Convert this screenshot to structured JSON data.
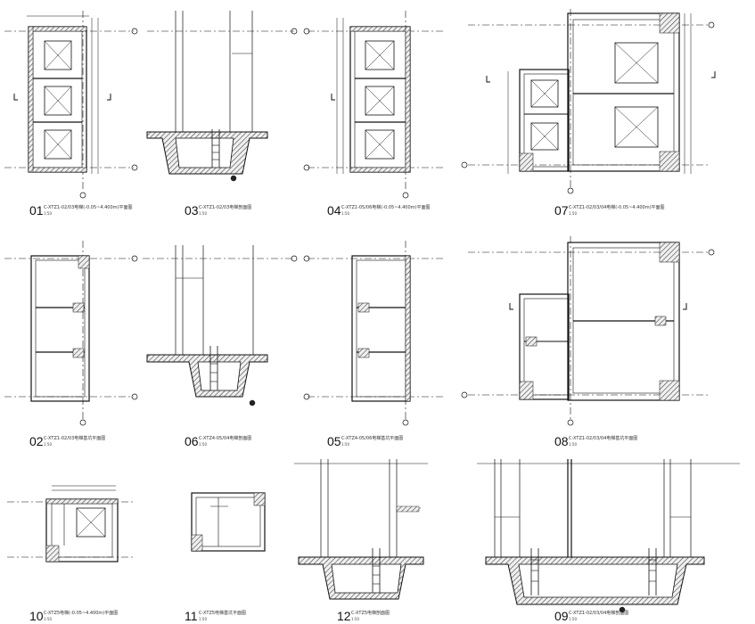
{
  "drawings": [
    {
      "number": "01",
      "caption": "C-XTZ1-02/03电梯(-0.05~4.400m)平面图",
      "scale": "1:50"
    },
    {
      "number": "03",
      "caption": "C-XTZ1-02/03电梯剖面图",
      "scale": "1:50"
    },
    {
      "number": "04",
      "caption": "C-XTZ1-05/06电梯(-0.05~4.400m)平面图",
      "scale": "1:50"
    },
    {
      "number": "07",
      "caption": "C-XTZ1-02/03/04电梯(-0.05~4.400m)平面图",
      "scale": "1:50"
    },
    {
      "number": "02",
      "caption": "C-XTZ1-02/03电梯基坑平面图",
      "scale": "1:50"
    },
    {
      "number": "06",
      "caption": "C-XTZ4-05/04电梯剖面图",
      "scale": "1:50"
    },
    {
      "number": "05",
      "caption": "C-XTZ4-05/06电梯基坑平面图",
      "scale": "1:50"
    },
    {
      "number": "08",
      "caption": "C-XTZ1-02/03/04电梯基坑平面图",
      "scale": "1:50"
    },
    {
      "number": "10",
      "caption": "C-XTZ5电梯(-0.05~4.400m)平面图",
      "scale": "1:50"
    },
    {
      "number": "11",
      "caption": "C-XTZ5电梯基坑平面图",
      "scale": "1:50"
    },
    {
      "number": "12",
      "caption": "C-XTZ5电梯剖面图",
      "scale": "1:50"
    },
    {
      "number": "09",
      "caption": "C-XTZ1-02/03/04电梯剖面图",
      "scale": "1:50"
    }
  ],
  "colors": {
    "line": "#111111",
    "hatch": "#555555",
    "axis": "#444444",
    "fill": "#f3f3f3"
  }
}
